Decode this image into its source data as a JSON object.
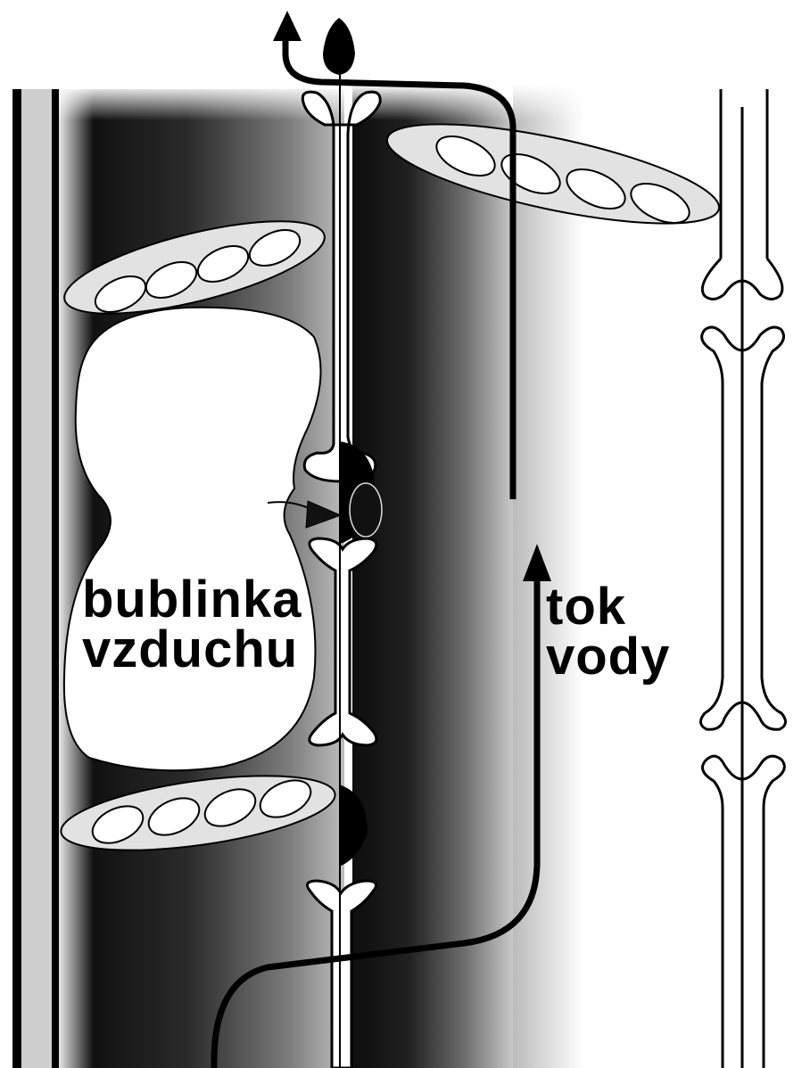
{
  "labels": {
    "bubble_line1": "bublinka",
    "bubble_line2": "vzduchu",
    "flow_line1": "tok",
    "flow_line2": "vody"
  },
  "colors": {
    "ink": "#000000",
    "paper": "#ffffff",
    "vessel_dark": "#1a1a1a",
    "vessel_mid": "#8c8c8c",
    "ray_fill": "#d9d9d9"
  },
  "icons": {
    "flow_arrow": "arrow-up-icon",
    "air_entry_arrow": "arrow-right-icon"
  }
}
